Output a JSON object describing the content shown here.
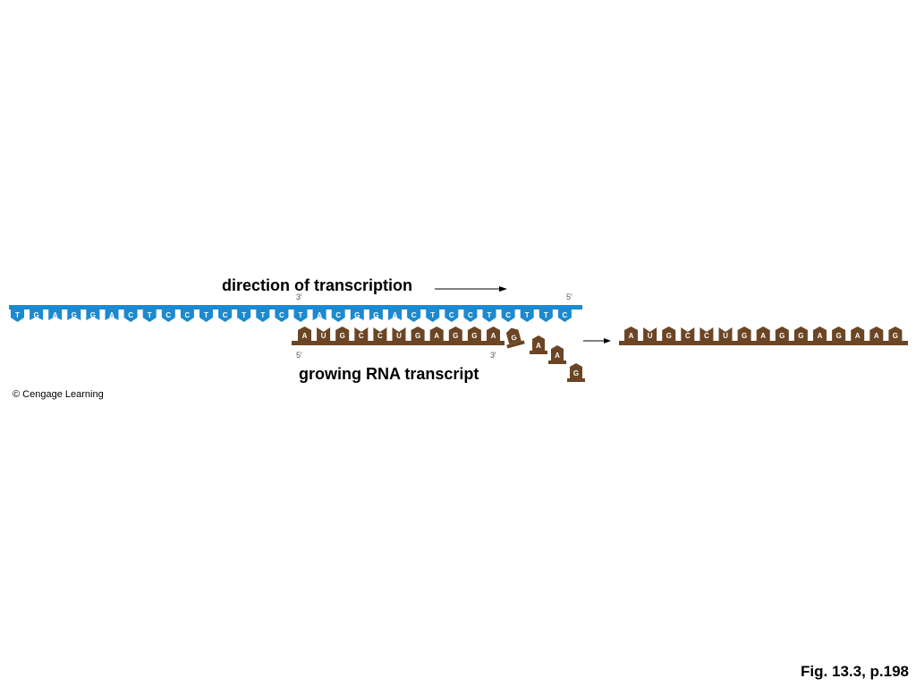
{
  "labels": {
    "direction": "direction of transcription",
    "growing": "growing RNA transcript",
    "copyright": "© Cengage Learning",
    "figure": "Fig. 13.3, p.198"
  },
  "strand_ends": {
    "dna_left": "3′",
    "dna_right": "5′",
    "rna_left": "5′",
    "rna_right": "3′"
  },
  "dna_template": [
    "T",
    "G",
    "A",
    "G",
    "G",
    "A",
    "C",
    "T",
    "C",
    "C",
    "T",
    "C",
    "T",
    "T",
    "C",
    "T",
    "A",
    "C",
    "G",
    "G",
    "A",
    "C",
    "T",
    "C",
    "C",
    "T",
    "C",
    "T",
    "T",
    "C"
  ],
  "rna_growing": [
    "A",
    "U",
    "G",
    "C",
    "C",
    "U",
    "G",
    "A",
    "G",
    "G",
    "A"
  ],
  "incoming_nucleotides": [
    "G",
    "A",
    "A",
    "G"
  ],
  "final_rna": [
    "A",
    "U",
    "G",
    "C",
    "C",
    "U",
    "G",
    "A",
    "G",
    "G",
    "A",
    "G",
    "A",
    "A",
    "G"
  ],
  "colors": {
    "dna": "#1b8ad0",
    "rna": "#6b4524",
    "arrow": "#000000"
  }
}
